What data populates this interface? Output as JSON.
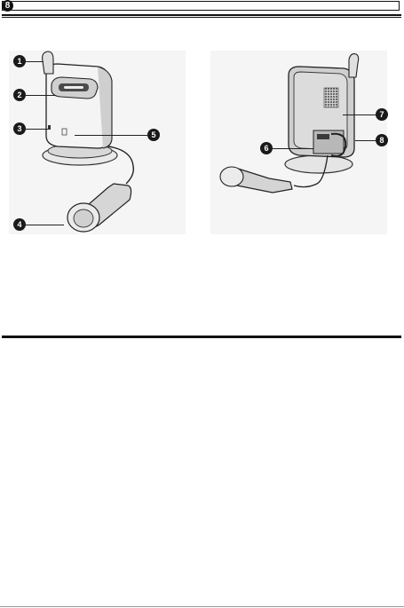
{
  "header": {
    "page_badge": "8"
  },
  "figure": {
    "callouts": [
      "1",
      "2",
      "3",
      "4",
      "5",
      "6",
      "7",
      "8"
    ]
  }
}
